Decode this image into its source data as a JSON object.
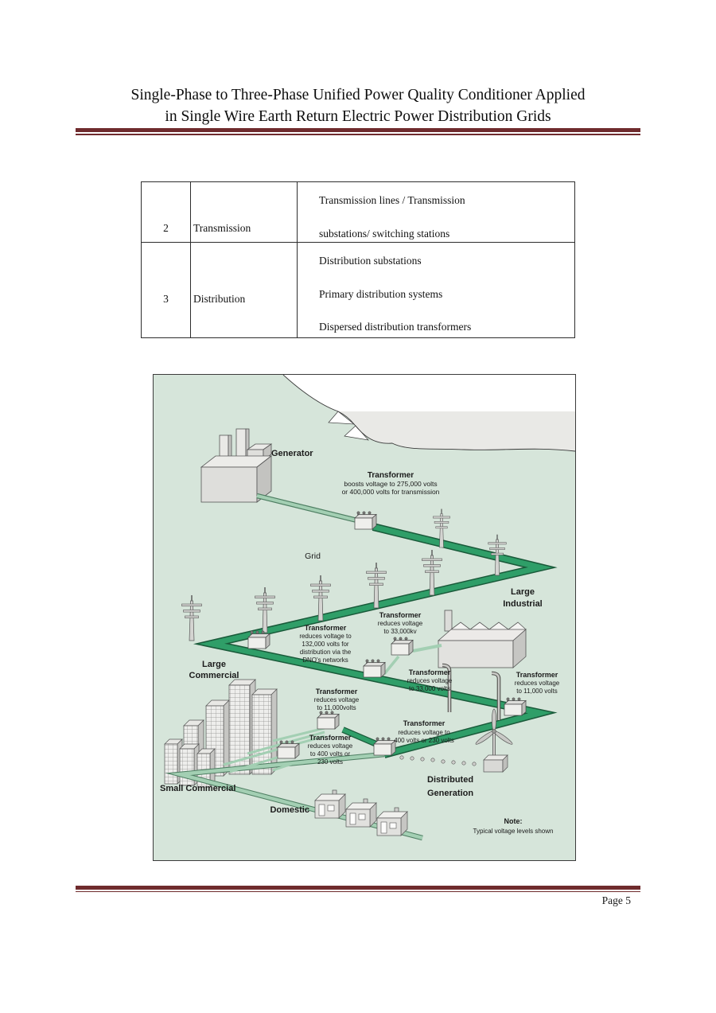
{
  "document": {
    "title_line1": "Single-Phase to Three-Phase Unified Power Quality Conditioner Applied",
    "title_line2": "in Single Wire Earth Return Electric Power Distribution Grids",
    "page_number": "Page 5",
    "rule_color": "#6f2b2d"
  },
  "table": {
    "rows": [
      {
        "index": "2",
        "stage": "Transmission",
        "components": [
          "Transmission lines / Transmission",
          "substations/ switching stations"
        ]
      },
      {
        "index": "3",
        "stage": "Distribution",
        "components": [
          "Distribution substations",
          "Primary distribution systems",
          "Dispersed distribution transformers"
        ]
      }
    ]
  },
  "figure": {
    "colors": {
      "land": "#d6e5da",
      "sea": "#e9e9e6",
      "hv_line": "#2f9e68",
      "hv_edge": "#1a5a3a",
      "lv_line": "#a3cfb3",
      "lv_edge": "#4f7f63"
    },
    "generator_label": "Generator",
    "grid_label": "Grid",
    "boost_transformer": {
      "title": "Transformer",
      "line1": "boosts voltage to 275,000 volts",
      "line2": "or 400,000 volts for transmission"
    },
    "dno_transformer": {
      "title": "Transformer",
      "line1": "reduces voltage to",
      "line2": "132,000 volts for",
      "line3": "distribution via the",
      "line4": "DNO's networks"
    },
    "industrial_transformer": {
      "title": "Transformer",
      "line1": "reduces voltage",
      "line2": "to 33,000kv"
    },
    "t33000_transformer": {
      "title": "Transformer",
      "line1": "reduces voltage",
      "line2": "to 33,000 volts"
    },
    "t11000_right_transformer": {
      "title": "Transformer",
      "line1": "reduces voltage",
      "line2": "to 11,000 volts"
    },
    "t11000_commercial_transformer": {
      "title": "Transformer",
      "line1": "reduces voltage",
      "line2": "to 11,000volts"
    },
    "t400_center_transformer": {
      "title": "Transformer",
      "line1": "reduces voltage to",
      "line2": "400 volts or 230 volts"
    },
    "t400_left_transformer": {
      "title": "Transformer",
      "line1": "reduces voltage",
      "line2": "to 400 volts or",
      "line3": "230 volts"
    },
    "large_industrial_line1": "Large",
    "large_industrial_line2": "Industrial",
    "large_commercial_line1": "Large",
    "large_commercial_line2": "Commercial",
    "small_commercial_label": "Small Commercial",
    "distributed_generation_line1": "Distributed",
    "distributed_generation_line2": "Generation",
    "domestic_label": "Domestic",
    "note_title": "Note:",
    "note_line": "Typical voltage levels shown"
  }
}
